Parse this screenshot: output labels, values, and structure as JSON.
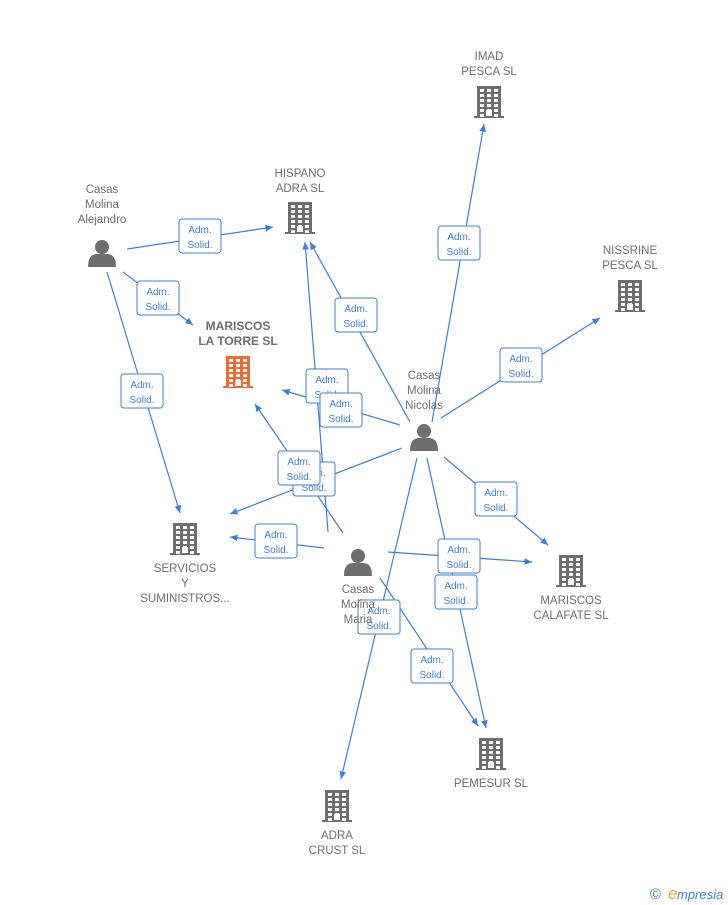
{
  "diagram": {
    "nodes": [
      {
        "id": "imad",
        "type": "company",
        "lines": [
          "IMAD",
          "PESCA  SL"
        ]
      },
      {
        "id": "hispano",
        "type": "company",
        "lines": [
          "HISPANO",
          "ADRA  SL"
        ]
      },
      {
        "id": "nissrine",
        "type": "company",
        "lines": [
          "NISSRINE",
          "PESCA  SL"
        ]
      },
      {
        "id": "mariscos_torre",
        "type": "company",
        "highlight": true,
        "lines": [
          "MARISCOS",
          "LA TORRE  SL"
        ]
      },
      {
        "id": "servicios",
        "type": "company",
        "lines": [
          "SERVICIOS",
          "Y",
          "SUMINISTROS..."
        ]
      },
      {
        "id": "calafate",
        "type": "company",
        "lines": [
          "MARISCOS",
          "CALAFATE  SL"
        ]
      },
      {
        "id": "pemesur",
        "type": "company",
        "lines": [
          "PEMESUR  SL"
        ]
      },
      {
        "id": "adra_crust",
        "type": "company",
        "lines": [
          "ADRA",
          "CRUST SL"
        ]
      },
      {
        "id": "alejandro",
        "type": "person",
        "lines": [
          "Casas",
          "Molina",
          "Alejandro"
        ]
      },
      {
        "id": "nicolas",
        "type": "person",
        "lines": [
          "Casas",
          "Molina",
          "Nicolas"
        ]
      },
      {
        "id": "maria",
        "type": "person",
        "lines": [
          "Casas",
          "Molina",
          "Maria"
        ]
      }
    ],
    "edges": [
      {
        "from": "alejandro",
        "to": "hispano",
        "label": [
          "Adm.",
          "Solid."
        ]
      },
      {
        "from": "alejandro",
        "to": "mariscos_torre",
        "label": [
          "Adm.",
          "Solid."
        ]
      },
      {
        "from": "alejandro",
        "to": "servicios",
        "label": [
          "Adm.",
          "Solid."
        ]
      },
      {
        "from": "nicolas",
        "to": "imad",
        "label": [
          "Adm.",
          "Solid."
        ]
      },
      {
        "from": "nicolas",
        "to": "hispano",
        "label": [
          "Adm.",
          "Solid."
        ]
      },
      {
        "from": "nicolas",
        "to": "nissrine",
        "label": [
          "Adm.",
          "Solid."
        ]
      },
      {
        "from": "nicolas",
        "to": "mariscos_torre",
        "label": [
          "Adm.",
          "Solid."
        ]
      },
      {
        "from": "nicolas",
        "to": "servicios",
        "label": [
          "Adm.",
          "Solid."
        ]
      },
      {
        "from": "nicolas",
        "to": "calafate",
        "label": [
          "Adm.",
          "Solid."
        ]
      },
      {
        "from": "nicolas",
        "to": "pemesur",
        "label": [
          "Adm.",
          "Solid."
        ]
      },
      {
        "from": "nicolas",
        "to": "adra_crust",
        "label": [
          "Adm.",
          "Solid."
        ]
      },
      {
        "from": "maria",
        "to": "hispano",
        "label": [
          "Adm.",
          "Solid."
        ]
      },
      {
        "from": "maria",
        "to": "mariscos_torre",
        "label": [
          "Adm.",
          "Solid."
        ]
      },
      {
        "from": "maria",
        "to": "servicios",
        "label": [
          "Adm.",
          "Solid."
        ]
      },
      {
        "from": "maria",
        "to": "calafate",
        "label": [
          "Adm.",
          "Solid."
        ]
      },
      {
        "from": "maria",
        "to": "pemesur",
        "label": [
          "Adm.",
          "Solid."
        ]
      }
    ]
  },
  "colors": {
    "edge": "#3d7fd6",
    "company": "#6e6e6e",
    "person": "#6e6e6e",
    "highlight": "#f26a2e"
  },
  "watermark": {
    "copyright_symbol": "©",
    "brand_initial": "e",
    "brand_rest": "mpresia"
  }
}
